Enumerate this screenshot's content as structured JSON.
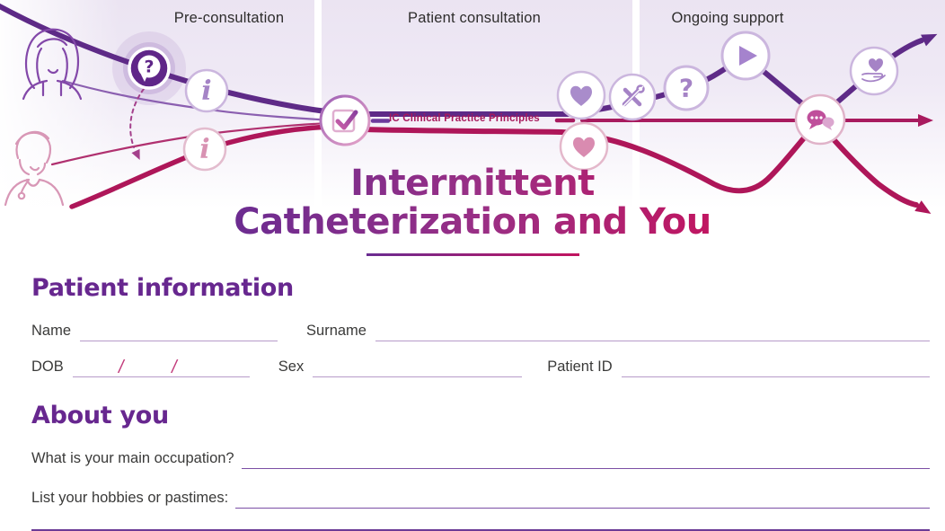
{
  "header": {
    "phases": [
      {
        "label": "Pre-consultation"
      },
      {
        "label": "Patient consultation"
      },
      {
        "label": "Ongoing support"
      }
    ],
    "band_label": "IC Clinical Practice Principles",
    "icon_glyphs": {
      "info": "i",
      "question": "?"
    },
    "journey_icons": [
      "question-bubble-icon",
      "info-icon-patient",
      "info-icon-clinician",
      "checklist-icon",
      "heart-icon-patient",
      "heart-icon-clinician",
      "tools-icon",
      "question-icon",
      "play-icon",
      "chat-bubbles-icon",
      "hand-heart-icon"
    ],
    "colors": {
      "purple_line": "#5e2a87",
      "magenta_line": "#ab1559",
      "light_purple_icon": "#a583c6",
      "pink_icon": "#d88fb2",
      "panel_bg": "#ebe4f2"
    }
  },
  "title": {
    "line1": "Intermittent",
    "line2": "Catheterization and You"
  },
  "form": {
    "patient_information": {
      "heading": "Patient information",
      "fields": {
        "name": {
          "label": "Name",
          "value": ""
        },
        "surname": {
          "label": "Surname",
          "value": ""
        },
        "dob": {
          "label": "DOB",
          "value": "",
          "slash": "/"
        },
        "sex": {
          "label": "Sex",
          "value": ""
        },
        "patient_id": {
          "label": "Patient ID",
          "value": ""
        }
      }
    },
    "about_you": {
      "heading": "About you",
      "questions": {
        "occupation": {
          "label": "What is your main occupation?",
          "value": ""
        },
        "hobbies": {
          "label": "List your hobbies or pastimes:",
          "value": ""
        }
      }
    }
  },
  "colors": {
    "heading": "#67278f",
    "label_text": "#3a3a39",
    "field_line": "#b79bc9",
    "divider": "#6b3a96",
    "slash": "#c23b7b",
    "title_gradient_start": "#6a2c91",
    "title_gradient_end": "#c2145f"
  }
}
